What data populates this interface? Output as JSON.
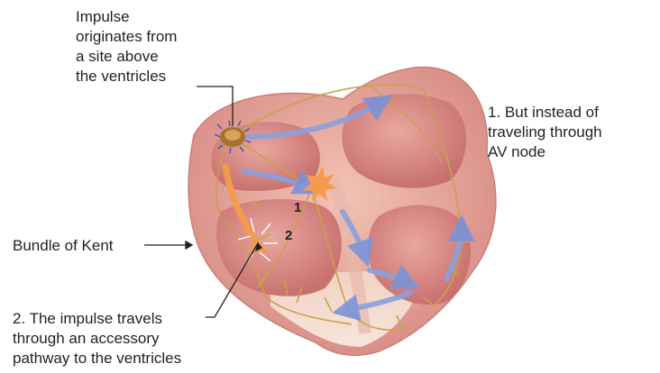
{
  "labels": {
    "impulse_origin": "Impulse\noriginates from\na site above\nthe ventricles",
    "av_note": "1.  But instead of\n     traveling through\n     AV node",
    "bundle": "Bundle of Kent",
    "accessory": "2. The impulse travels\n    through an accessory\n    pathway to the ventricles"
  },
  "markers": {
    "one": "1",
    "two": "2"
  },
  "colors": {
    "heart_outer": "#e8a89c",
    "heart_chamber": "#d98a86",
    "nerve": "#c9a14a",
    "arrow_blue": "#8aa0dc",
    "pathway_orange": "#f29b4b"
  }
}
